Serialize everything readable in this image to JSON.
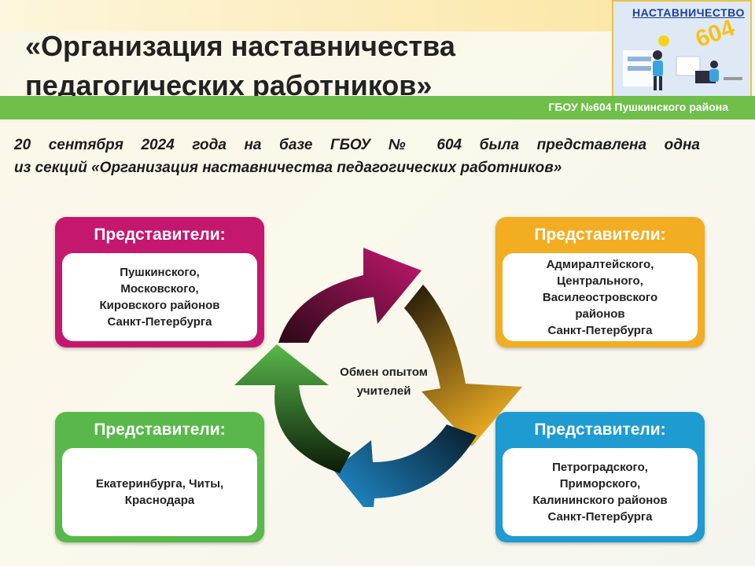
{
  "header": {
    "title_line1": "«Организация наставничества",
    "title_line2": "педагогических работников»",
    "school": "ГБОУ №604 Пушкинского района"
  },
  "logo": {
    "word": "НАСТАВНИЧЕСТВО",
    "number": "604"
  },
  "intro": {
    "line1": "20 сентября 2024 года на базе ГБОУ № 604 была представлена одна",
    "line2": "из секций «Организация наставничества педагогических работников»"
  },
  "boxes": {
    "pink": {
      "title": "Представители:",
      "lines": [
        "Пушкинского,",
        "Московского,",
        "Кировского районов",
        "Санкт-Петербурга"
      ]
    },
    "orange": {
      "title": "Представители:",
      "lines": [
        "Адмиралтейского,",
        "Центрального,",
        "Василеостровского",
        "районов",
        "Санкт-Петербурга"
      ]
    },
    "green": {
      "title": "Представители:",
      "lines": [
        "Екатеринбурга, Читы,",
        "Краснодара"
      ]
    },
    "blue": {
      "title": "Представители:",
      "lines": [
        "Петроградского,",
        "Приморского,",
        "Калининского районов",
        "Санкт-Петербурга"
      ]
    }
  },
  "center": {
    "line1": "Обмен опытом",
    "line2": "учителей"
  },
  "colors": {
    "pink": "#c4186f",
    "orange": "#f2ad22",
    "green": "#58b94a",
    "blue": "#1e9bd1",
    "header_bar": "#6fbf4a"
  },
  "icons": [
    "recycle-arrows-icon"
  ]
}
